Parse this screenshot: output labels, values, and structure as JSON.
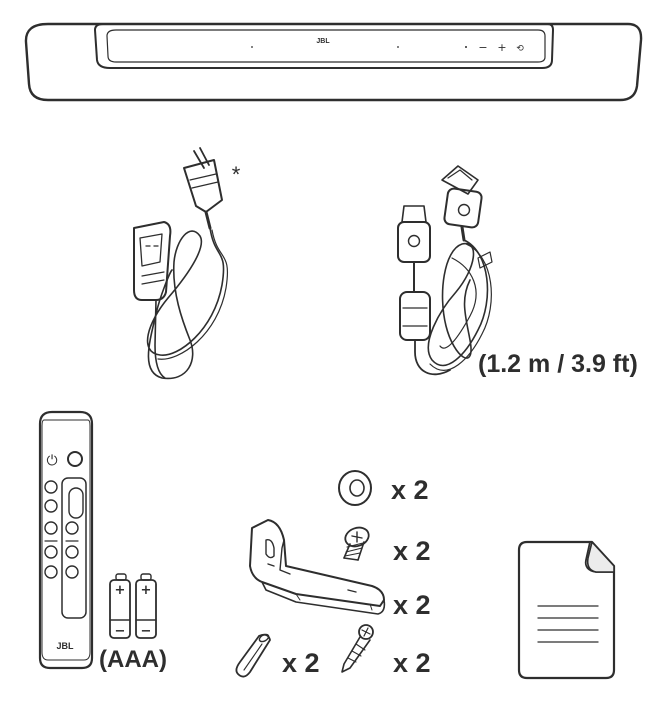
{
  "soundbar": {
    "brand": "JBL",
    "button_glyphs": {
      "vol_down": "−",
      "vol_up": "+",
      "input": "⟲"
    }
  },
  "power_cord": {
    "asterisk": "*"
  },
  "hdmi_cable": {
    "length_label": "(1.2 m / 3.9 ft)"
  },
  "remote": {
    "brand": "JBL",
    "power_glyph": "⏻"
  },
  "batteries": {
    "label": "(AAA)",
    "plus_glyph": "+",
    "minus_glyph": "−"
  },
  "accessories": {
    "rubber_pad_qty": "x 2",
    "bracket_screw_qty": "x 2",
    "bracket_qty": "x 2",
    "wall_anchor_qty": "x 2",
    "wall_screw_qty": "x 2"
  },
  "colors": {
    "line": "#2e2e2e",
    "fill": "#ffffff"
  }
}
